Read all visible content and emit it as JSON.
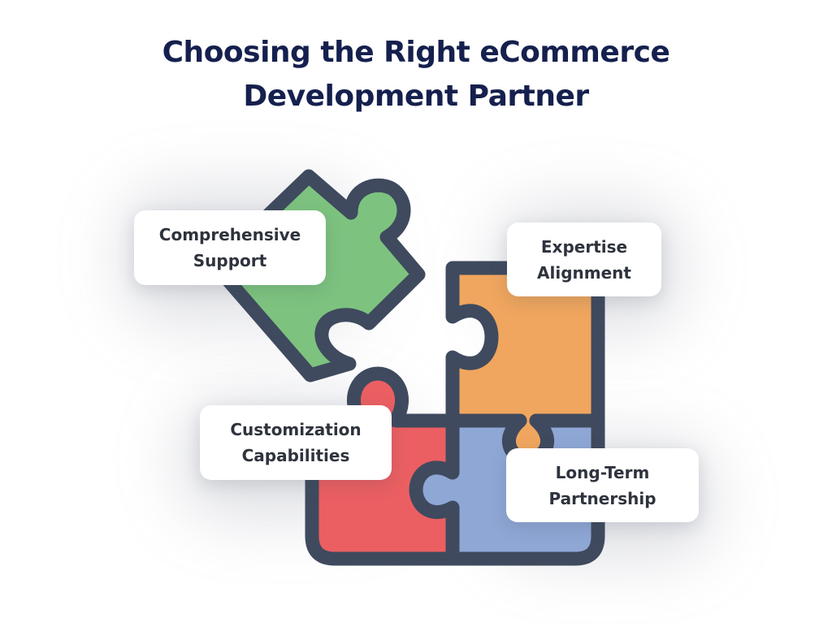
{
  "title": {
    "line1": "Choosing the Right eCommerce",
    "line2": "Development Partner"
  },
  "cards": {
    "comprehensive": {
      "line1": "Comprehensive",
      "line2": "Support"
    },
    "expertise": {
      "line1": "Expertise",
      "line2": "Alignment"
    },
    "customization": {
      "line1": "Customization",
      "line2": "Capabilities"
    },
    "longterm": {
      "line1": "Long-Term",
      "line2": "Partnership"
    }
  },
  "colors": {
    "title": "#15204e",
    "outline": "#3f4a5e",
    "green_piece": "#7dc37f",
    "orange_piece": "#f0a65e",
    "red_piece": "#eb5f62",
    "blue_piece": "#8fa7d5",
    "card_bg": "#ffffff"
  }
}
